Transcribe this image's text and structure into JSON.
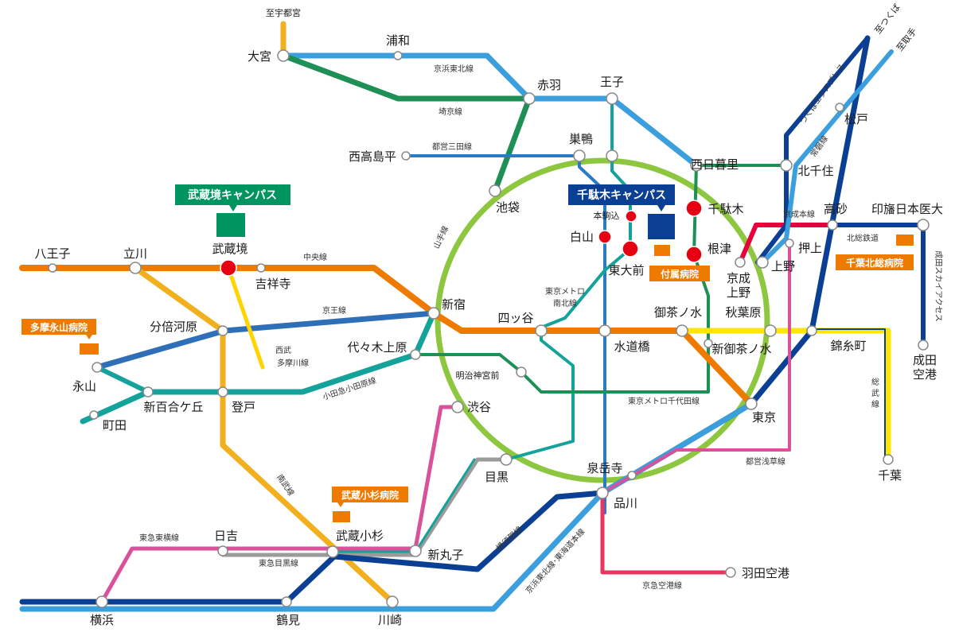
{
  "colors": {
    "yamanote": "#8dc63f",
    "chuo": "#ef7a00",
    "keihin": "#3a9fdc",
    "saikyo": "#1e8f55",
    "mita": "#2a7bc4",
    "nanboku": "#14a39a",
    "keio": "#2f6fb8",
    "nambu": "#f2b01e",
    "odakyu": "#14a39a",
    "tokyu": "#d9519a",
    "yokosuka": "#0b3f94",
    "asakusa": "#e83561",
    "sobu": "#ffe600",
    "seibu": "#ffd400",
    "tx": "#0b3f94",
    "joban": "#3a9fdc",
    "keisei": "#e6003c",
    "skyaccess": "#0b3f94",
    "campus_green": "#009460",
    "campus_blue": "#0b3f94",
    "hospital": "#ef7a00",
    "campus_dot": "#e60012"
  },
  "stations": {
    "shiutsunomiya": "至宇都宮",
    "omiya": "大宮",
    "urawa": "浦和",
    "akabane": "赤羽",
    "oji": "王子",
    "nishitakashimadaira": "西高島平",
    "sugamo": "巣鴨",
    "nishinippori": "西日暮里",
    "kitasenju": "北千住",
    "matsudo": "松戸",
    "ikebukuro": "池袋",
    "honkomagome": "本駒込",
    "hakusan": "白山",
    "todaimae": "東大前",
    "sendagi": "千駄木",
    "nezu": "根津",
    "keiseiueno": "京成\n上野",
    "ueno": "上野",
    "okachimachi": "押上",
    "takasago": "高砂",
    "inbanihonidai": "印旛日本医大",
    "hachioji": "八王子",
    "tachikawa": "立川",
    "musashisakai": "武蔵境",
    "kichijoji": "吉祥寺",
    "shinjuku": "新宿",
    "yotsuya": "四ッ谷",
    "suidobashi": "水道橋",
    "ochanomizu": "御茶ノ水",
    "akihabara": "秋葉原",
    "kinshicho": "錦糸町",
    "shinochanomizu": "新御茶ノ水",
    "bubaigawara": "分倍河原",
    "nagayama": "永山",
    "machida": "町田",
    "shinyurigaoka": "新百合ケ丘",
    "noborito": "登戸",
    "yoyogiuehara": "代々木上原",
    "meijijingumae": "明治神宮前",
    "shibuya": "渋谷",
    "meguro": "目黒",
    "tokyo": "東京",
    "sengakuji": "泉岳寺",
    "shinagawa": "品川",
    "chiba": "千葉",
    "naritakuko": "成田\n空港",
    "hiyoshi": "日吉",
    "musashikosugi": "武蔵小杉",
    "shinmaruko": "新丸子",
    "hanedakuko": "羽田空港",
    "yokohama": "横浜",
    "tsurumi": "鶴見",
    "kawasaki": "川崎",
    "shitsukuba": "至つくば",
    "shitoride": "至取手"
  },
  "lines": {
    "keihintohoku": "京浜東北線",
    "saikyo": "埼京線",
    "toeimita": "都営三田線",
    "yamanote": "山手線",
    "chuo": "中央線",
    "keio": "京王線",
    "seibutamagawa": "西武\n多摩川線",
    "odakyu": "小田急小田原線",
    "nanboku": "東京メトロ\n南北線",
    "chiyoda": "東京メトロ千代田線",
    "nambu": "南武線",
    "toyoko": "東急東横線",
    "meguro": "東急目黒線",
    "yokosuka": "横須賀線",
    "keihinkyuko": "京急空港線",
    "keihintokaido": "京浜東北線･東海道本線",
    "toeiasakusa": "都営浅草線",
    "keisei": "京成本線",
    "hokuso": "北総鉄道",
    "sobu": "総\n武\n線",
    "joban": "常磐線",
    "tx": "つくばエクスプレス",
    "skyaccess": "成田スカイアクセス"
  },
  "campuses": {
    "musashisakai": "武蔵境キャンパス",
    "sendagi": "千駄木キャンパス"
  },
  "hospitals": {
    "tama": "多摩永山病院",
    "fuzoku": "付属病院",
    "kosugi": "武蔵小杉病院",
    "chibahokuso": "千葉北総病院"
  }
}
